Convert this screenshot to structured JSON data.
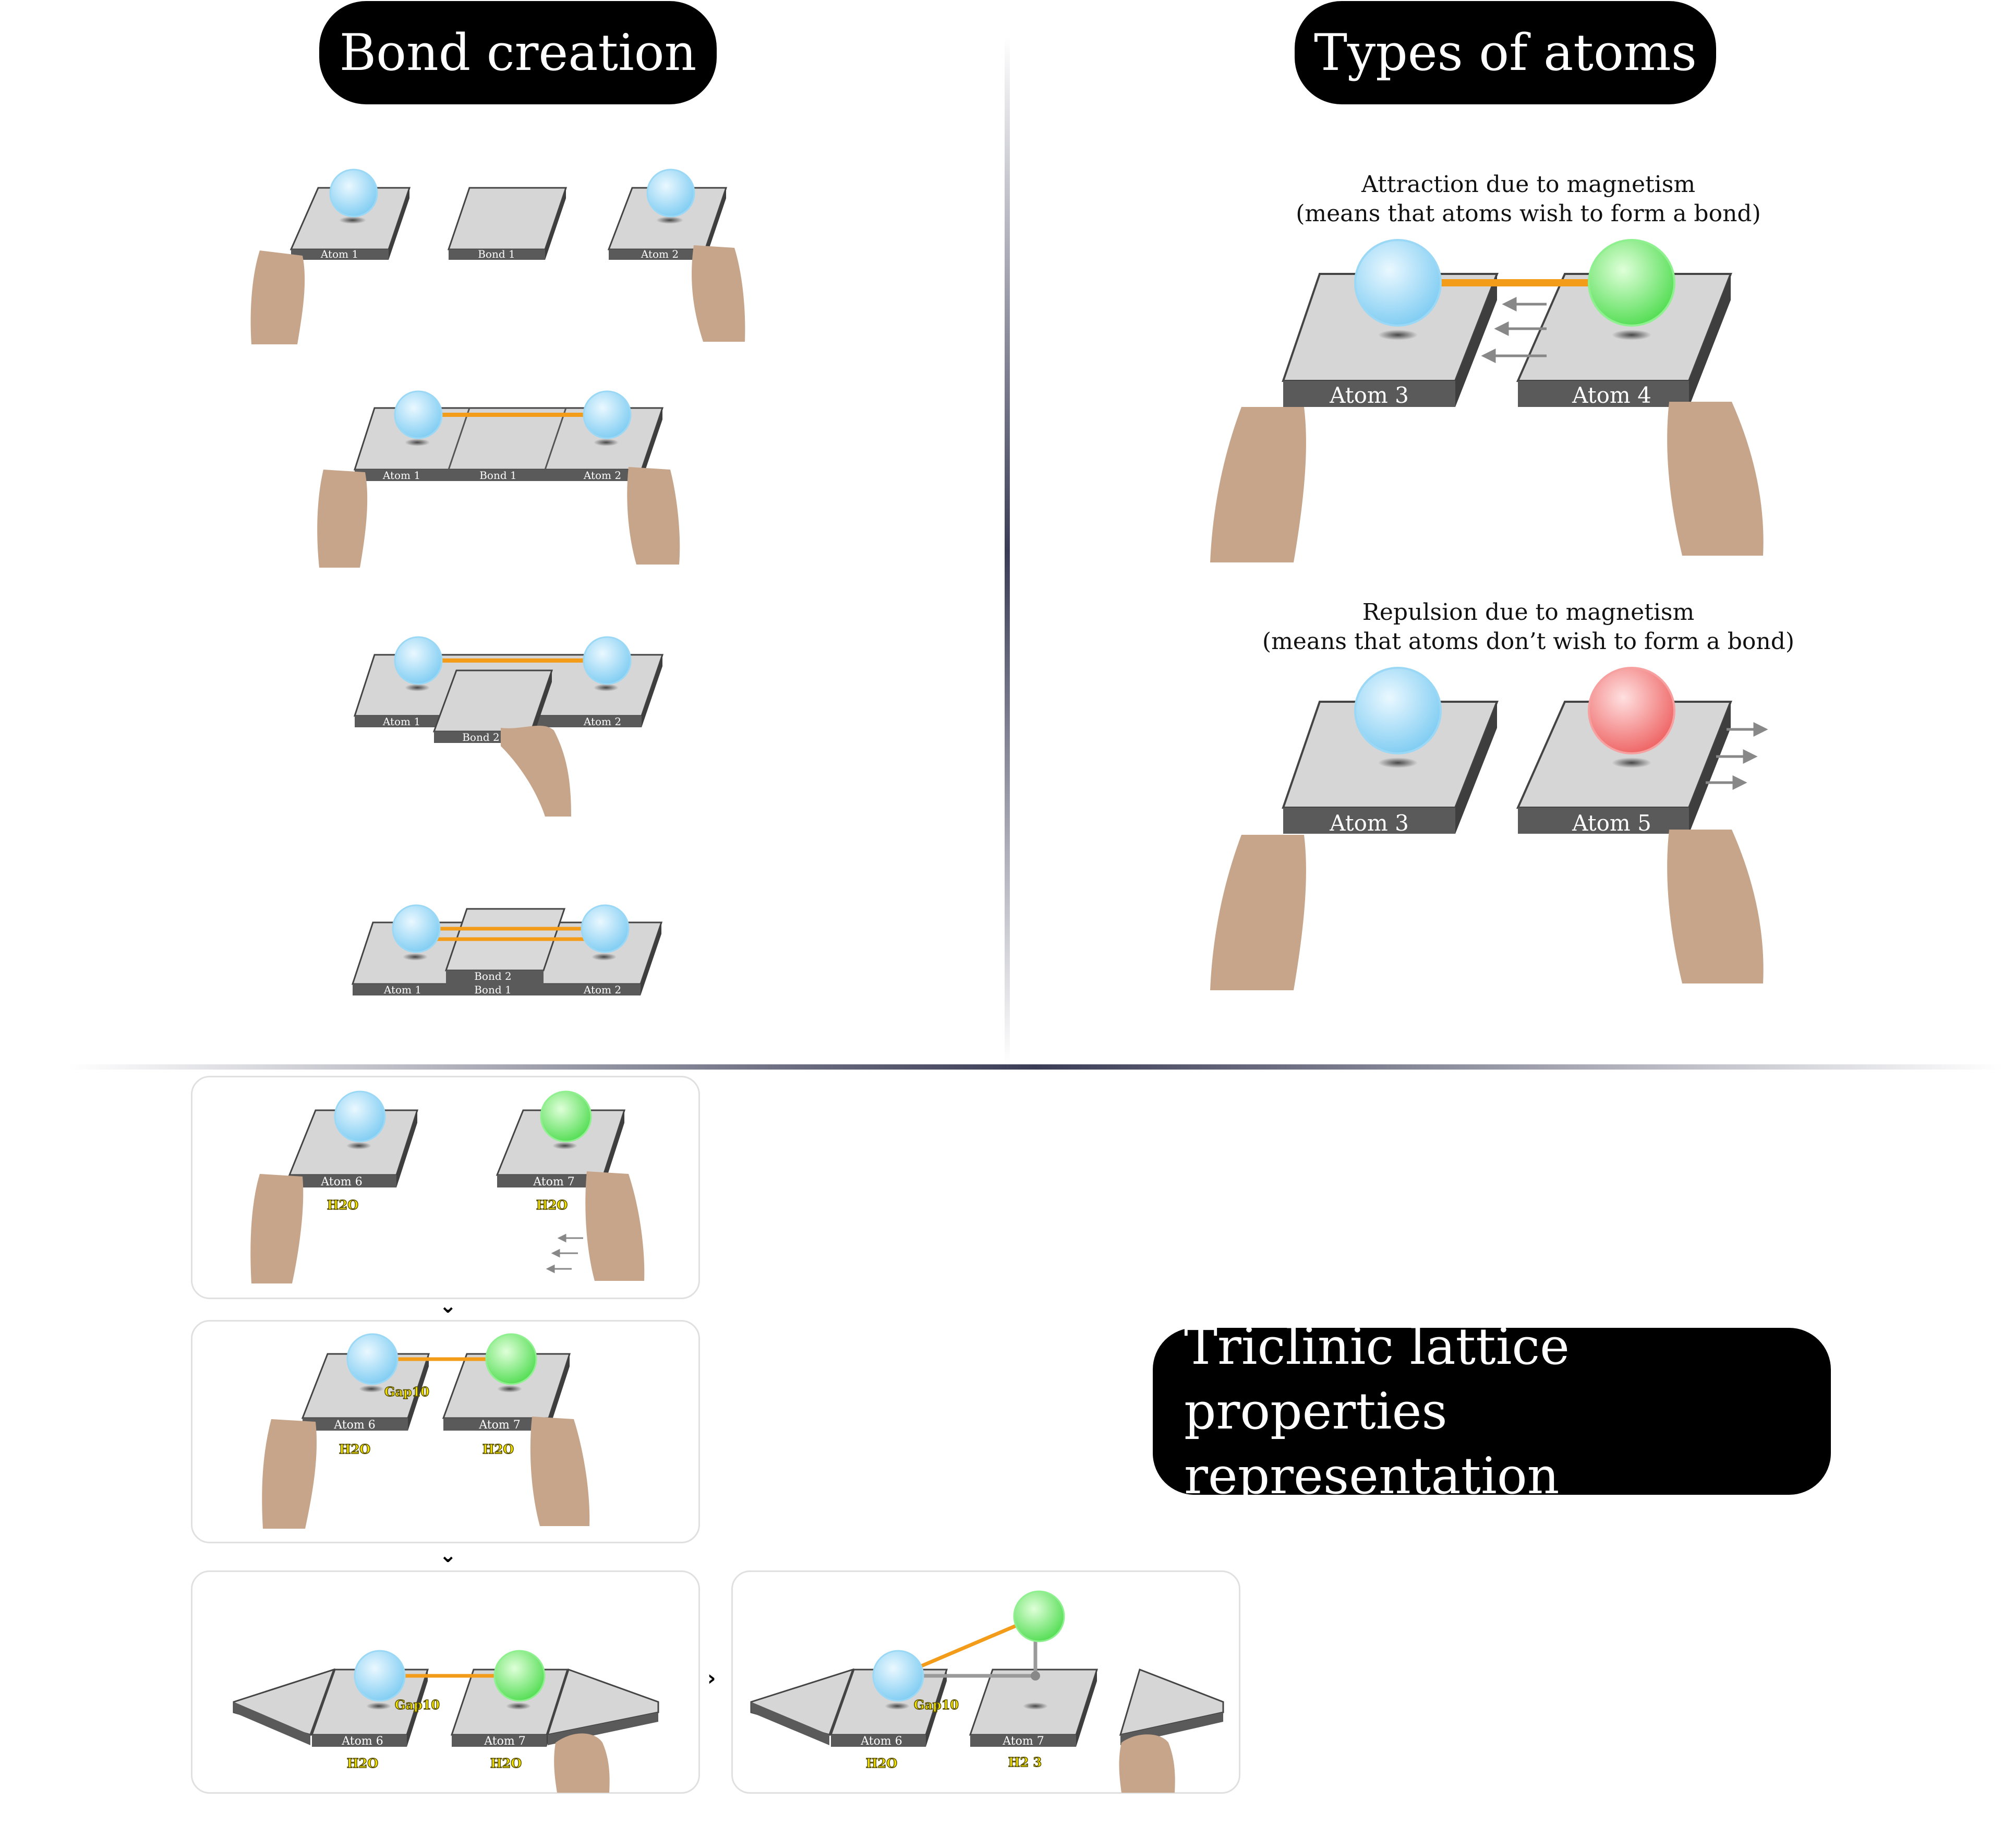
{
  "titles": {
    "bond_creation": "Bond creation",
    "types_of_atoms": "Types of atoms",
    "triclinic_line1": "Triclinic lattice",
    "triclinic_line2": "properties representation"
  },
  "captions": {
    "attraction_line1": "Attraction due to magnetism",
    "attraction_line2": "(means that atoms wish to form a bond)",
    "repulsion_line1": "Repulsion due to magnetism",
    "repulsion_line2": "(means that atoms don’t wish to form a bond)"
  },
  "labels": {
    "atom1": "Atom 1",
    "atom2": "Atom 2",
    "atom3": "Atom 3",
    "atom4": "Atom 4",
    "atom5": "Atom 5",
    "atom6": "Atom 6",
    "atom7": "Atom 7",
    "bond1": "Bond 1",
    "bond2": "Bond 2",
    "gap": "Gap10",
    "h2o": "H2O",
    "h23": "H2 3"
  },
  "chevrons": {
    "down": "⌄",
    "right": "›"
  },
  "colors": {
    "atom_blue": "#9ed9f6",
    "atom_green": "#7ee87e",
    "atom_red": "#f48a8a",
    "bond_orange": "#f39c1a",
    "tile_top": "#d6d6d6",
    "tile_side": "#5a5a5a",
    "hand": "#c7a58a"
  }
}
